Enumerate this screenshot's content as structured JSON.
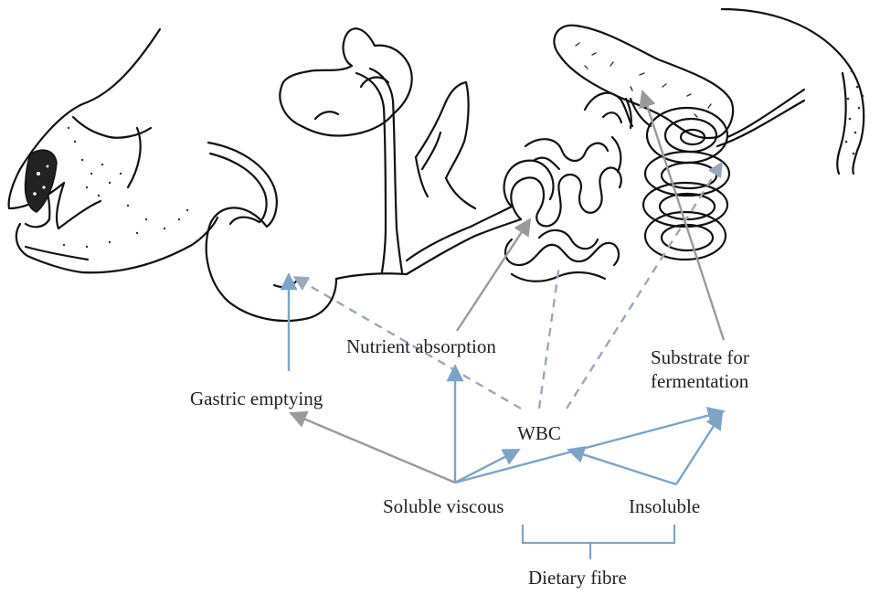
{
  "labels": {
    "nutrient_absorption": "Nutrient absorption",
    "substrate_for_fermentation": "Substrate for fermentation",
    "gastric_emptying": "Gastric emptying",
    "wbc": "WBC",
    "soluble_viscous": "Soluble viscous",
    "insoluble": "Insoluble",
    "dietary_fibre": "Dietary fibre"
  },
  "colors": {
    "outline": "#111111",
    "blue_arrow": "#7fa3c8",
    "gray_arrow": "#9a9a9a",
    "dashed_arrow": "#9aa8bb",
    "text": "#222222"
  },
  "illustration": {
    "subject": "pig digestive tract",
    "parts": [
      "snout",
      "oesophagus",
      "stomach",
      "pancreas",
      "small intestine",
      "caecum",
      "spiral colon",
      "rectum"
    ]
  }
}
